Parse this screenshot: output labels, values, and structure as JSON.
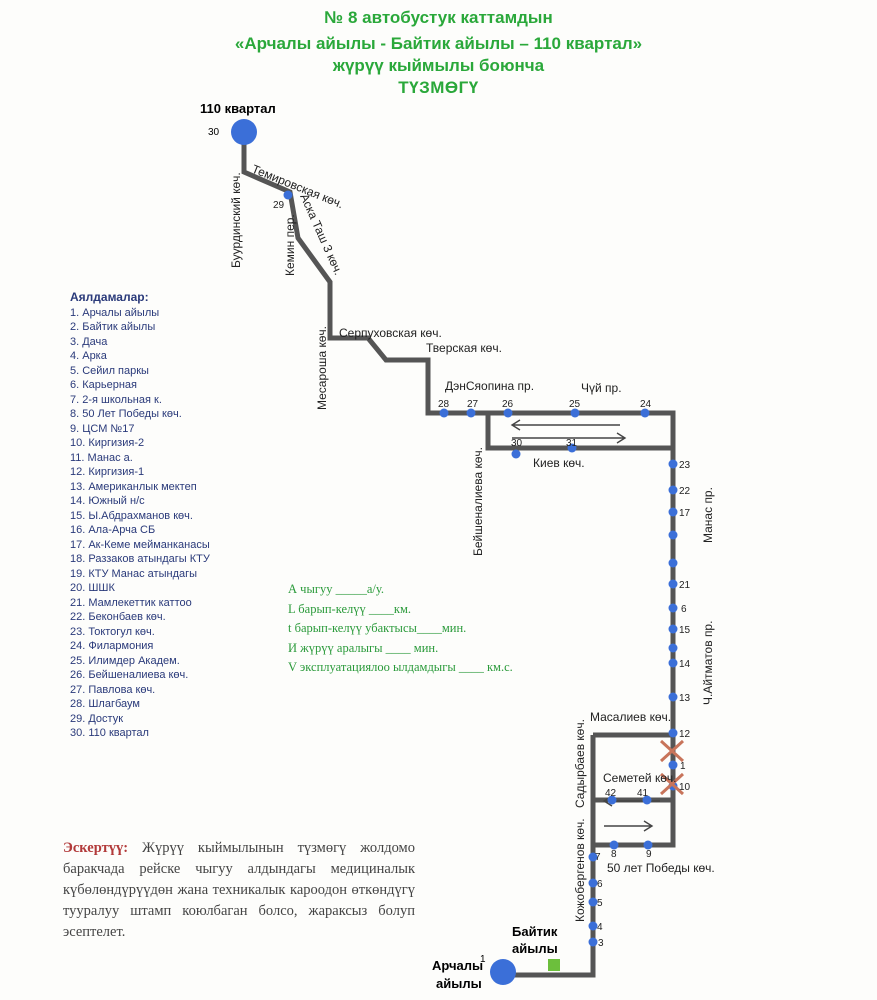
{
  "title": {
    "line1": "№ 8  автобустук каттамдын",
    "line2": "«Арчалы айылы - Байтик айылы – 110 квартал»",
    "line3": "жүрүү кыймылы боюнча",
    "line4": "ТҮЗМӨГҮ"
  },
  "colors": {
    "title": "#2aa83a",
    "route": "#555555",
    "stop": "#3b6fd8",
    "cross": "#c8745a",
    "note_label": "#b23a3a",
    "terminal_square": "#6cbf3c"
  },
  "terminals": {
    "north": {
      "name": "110 квартал",
      "number": "30"
    },
    "south_a": {
      "name_line1": "Арчалы",
      "name_line2": "айылы",
      "number": "1"
    },
    "south_b": {
      "name_line1": "Байтик",
      "name_line2": "айылы"
    }
  },
  "streets": {
    "burdinsky": "Буурдинский көч.",
    "temirovskaya": "Темировская көч.",
    "kemin": "Кемин пер.",
    "ak_tash": "Аска Таш 3 көч.",
    "mesarosha": "Месароша көч.",
    "serpukhovskaya": "Серпуховская көч.",
    "tverskaya": "Тверская көч.",
    "den_syaopina": "ДэнСяопина пр.",
    "chui": "Чүй пр.",
    "beishenalieva": "Бейшеналиева көч.",
    "kiev": "Киев көч.",
    "manas": "Манас пр.",
    "aitmatov": "Ч.Айтматов пр.",
    "masaliev": "Масалиев көч.",
    "sadyrbaev": "Садырбаев көч.",
    "semetey": "Семетей көч.",
    "kojobergenov": "Кожобергенов көч.",
    "pobedy": "50 лет Победы көч."
  },
  "stop_numbers": {
    "s29": "29",
    "s28": "28",
    "s27": "27",
    "s26": "26",
    "s25": "25",
    "s24": "24",
    "s30b": "30",
    "s31": "31",
    "s23": "23",
    "s22": "22",
    "s17": "17",
    "s21": "21",
    "s6": "6",
    "s15": "15",
    "s14": "14",
    "s13": "13",
    "s12": "12",
    "s11": "1",
    "s10": "10",
    "s42": "42",
    "s41": "41",
    "s8": "8",
    "s9": "9",
    "s7": "7",
    "s6b": "6",
    "s5": "5",
    "s4": "4",
    "s3": "3"
  },
  "stops_list": {
    "header": "Аялдамалар:",
    "items": [
      "1. Арчалы айылы",
      "2. Байтик айылы",
      "3. Дача",
      "4. Арка",
      "5. Сейил паркы",
      "6. Карьерная",
      "7. 2-я школьная к.",
      "8. 50 Лет Победы көч.",
      "9. ЦСМ №17",
      "10. Киргизия-2",
      "11. Манас а.",
      "12. Киргизия-1",
      "13. Американлык мектеп",
      "14. Южный н/с",
      "15. Ы.Абдрахманов көч.",
      "16. Ала-Арча СБ",
      "17. Ак-Кеме мейманканасы",
      "18. Раззаков атындагы КТУ",
      "19. КТУ Манас атындагы",
      "20. ШШК",
      "21. Мамлекеттик каттоо",
      "22. Беконбаев көч.",
      "23. Токтогул көч.",
      "24. Филармония",
      "25. Илимдер Академ.",
      "26. Бейшеналиева көч.",
      "27. Павлова көч.",
      "28. Шлагбаум",
      "29. Достук",
      "30. 110 квартал"
    ]
  },
  "calc": {
    "line1": "А чыгуу  _____а/у.",
    "line2": "L барып-келүү  ____км.",
    "line3": "t барып-келүү убактысы____мин.",
    "line4": "И жүрүү аралыгы  ____   мин.",
    "line5": "V эксплуатациялоо ылдамдыгы ____ км.с."
  },
  "note": {
    "label": "Эскертүү:",
    "text": " Жүрүү кыймылынын түзмөгү жолдомо баракчада рейске чыгуу алдындагы медициналык күбөлөндүрүүдөн жана техникалык кароодон өткөндүгү тууралуу штамп коюлбаган болсо, жараксыз болуп эсептелет."
  }
}
